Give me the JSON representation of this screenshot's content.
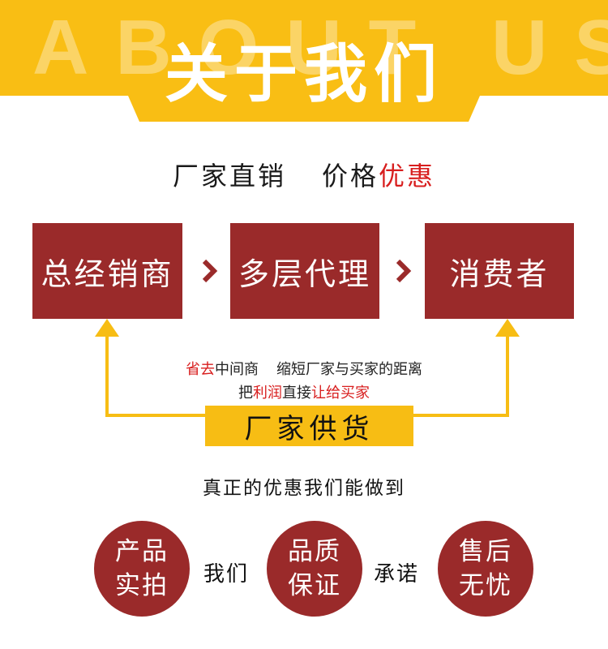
{
  "header": {
    "ghost_text": "ABOUT US",
    "title": "关于我们",
    "banner_color": "#f9be14"
  },
  "tagline": {
    "part1": "厂家直销",
    "part2": "价格",
    "part3_highlight": "优惠"
  },
  "flow": {
    "boxes": [
      "总经销商",
      "多层代理",
      "消费者"
    ],
    "box_color": "#9a2a2a",
    "arrow_icon": "chevron-right-icon"
  },
  "description": {
    "line1_highlight": "省去",
    "line1_rest": "中间商",
    "line1_part2": "缩短厂家与买家的距离",
    "line2_a": "把",
    "line2_b_highlight": "利润",
    "line2_c": "直接",
    "line2_d_highlight": "让给买家",
    "highlight_color": "#d81e1e"
  },
  "factory": {
    "label": "厂家供货",
    "color": "#f7bd14"
  },
  "promise": {
    "text": "真正的优惠我们能做到"
  },
  "guarantees": {
    "circle1": [
      "产品",
      "实拍"
    ],
    "connector1": "我们",
    "circle2": [
      "品质",
      "保证"
    ],
    "connector2": "承诺",
    "circle3": [
      "售后",
      "无忧"
    ]
  }
}
